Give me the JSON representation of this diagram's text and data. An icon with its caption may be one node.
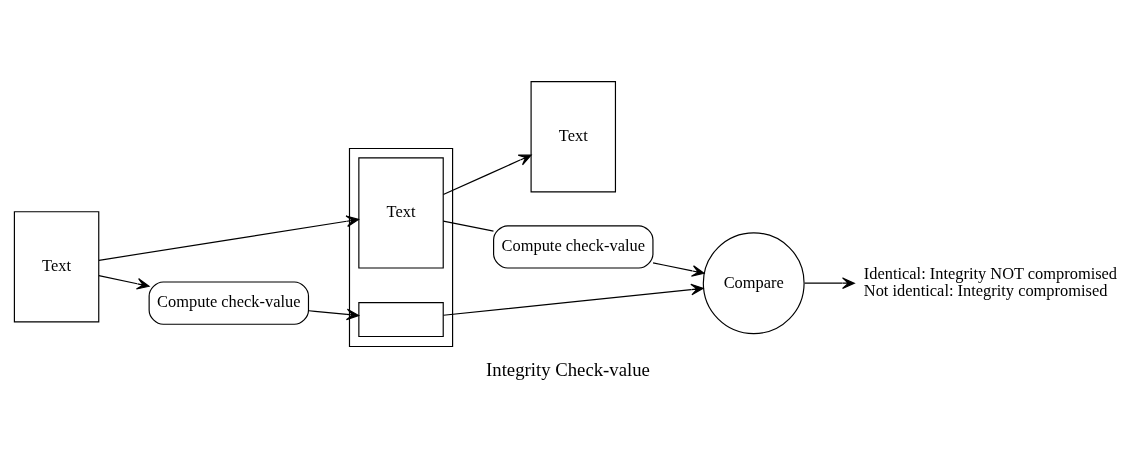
{
  "diagram": {
    "caption": "Integrity Check-value",
    "nodes": [
      {
        "text": [
          "Text"
        ]
      },
      {
        "text": [],
        "shape": "box"
      },
      {
        "text": [
          "Text"
        ],
        "in": 1
      },
      {
        "text": [],
        "shape": "box",
        "in": 1
      },
      {
        "text": [
          "Text"
        ]
      },
      {
        "text": [
          "Compute check-value"
        ]
      },
      {
        "text": [
          "Compute check-value"
        ]
      },
      {
        "text": [
          "Compare"
        ]
      },
      {
        "text": [
          "Identical: Integrity NOT compromised",
          "Not identical: Integrity compromised"
        ]
      }
    ],
    "edges": [
      {
        "from": 0,
        "to": 2,
        "arrow": "to"
      },
      {
        "from": 0,
        "to": 5,
        "arrow": "to"
      },
      {
        "from": 5,
        "to": 3,
        "arrow": "to"
      },
      {
        "from": 2,
        "to": 4,
        "arrow": "to"
      },
      {
        "from": 2,
        "to": 6,
        "arrow": "none"
      },
      {
        "from": 3,
        "to": 7,
        "arrow": "to"
      },
      {
        "from": 6,
        "to": 7,
        "arrow": "to"
      },
      {
        "from": 7,
        "to": 8,
        "arrow": "to"
      }
    ]
  }
}
